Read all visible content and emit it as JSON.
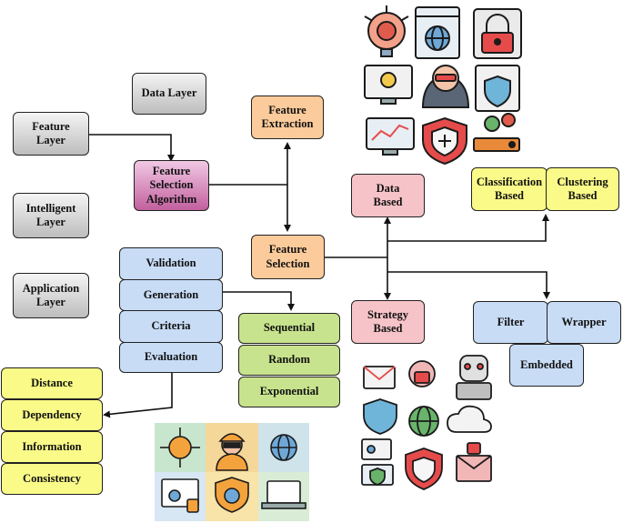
{
  "layers": {
    "data": "Data Layer",
    "feature": "Feature\nLayer",
    "intelligent": "Intelligent\nLayer",
    "application": "Application\nLayer"
  },
  "center": {
    "algorithm": "Feature\nSelection\nAlgorithm",
    "extraction": "Feature\nExtraction",
    "selection": "Feature\nSelection"
  },
  "steps": [
    "Validation",
    "Generation",
    "Criteria",
    "Evaluation"
  ],
  "search": [
    "Sequential",
    "Random",
    "Exponential"
  ],
  "measures": [
    "Distance",
    "Dependency",
    "Information",
    "Consistency"
  ],
  "right": {
    "data_based": "Data\nBased",
    "strategy_based": "Strategy\nBased",
    "classification": "Classification\nBased",
    "clustering": "Clustering\nBased",
    "filter": "Filter",
    "wrapper": "Wrapper",
    "embedded": "Embedded"
  }
}
